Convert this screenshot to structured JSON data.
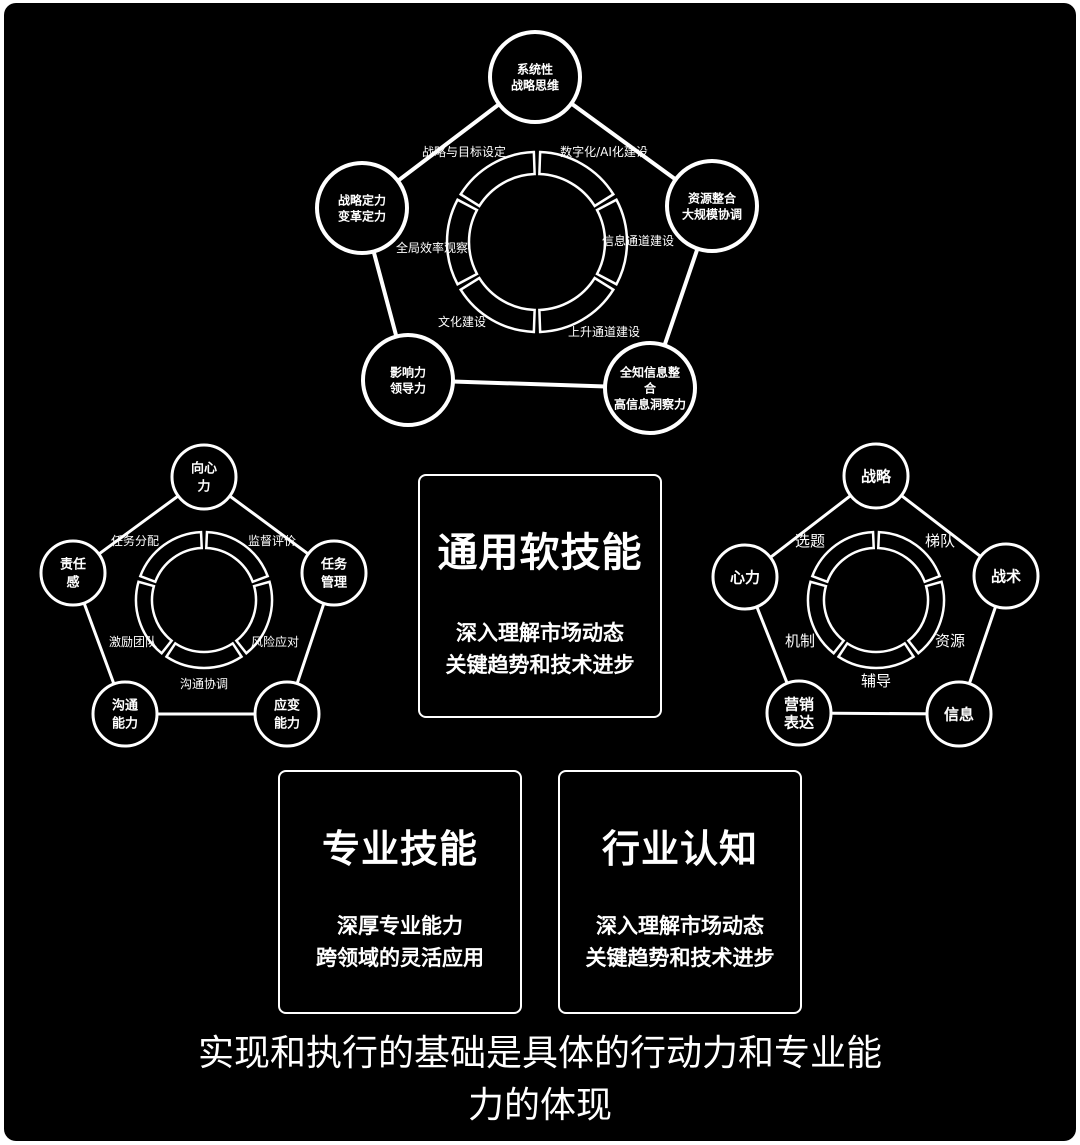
{
  "colors": {
    "background": "#000000",
    "foreground": "#ffffff",
    "frame": "#ffffff"
  },
  "pentagons": [
    {
      "id": "top",
      "nodes": [
        {
          "lines": [
            "系统性",
            "战略思维"
          ]
        },
        {
          "lines": [
            "资源整合",
            "大规模协调"
          ]
        },
        {
          "lines": [
            "全知信息整",
            "合",
            "高信息洞察力"
          ]
        },
        {
          "lines": [
            "影响力",
            "领导力"
          ]
        },
        {
          "lines": [
            "战略定力",
            "变革定力"
          ]
        }
      ],
      "labels": [
        "战略与目标设定",
        "数字化/AI化建设",
        "信息通道建设",
        "上升通道建设",
        "文化建设",
        "全局效率观察"
      ]
    },
    {
      "id": "left",
      "nodes": [
        {
          "lines": [
            "向心",
            "力"
          ]
        },
        {
          "lines": [
            "任务",
            "管理"
          ]
        },
        {
          "lines": [
            "应变",
            "能力"
          ]
        },
        {
          "lines": [
            "沟通",
            "能力"
          ]
        },
        {
          "lines": [
            "责任",
            "感"
          ]
        }
      ],
      "labels": [
        "任务分配",
        "监督评价",
        "风险应对",
        "沟通协调",
        "激励团队"
      ]
    },
    {
      "id": "right",
      "nodes": [
        {
          "lines": [
            "战略"
          ]
        },
        {
          "lines": [
            "战术"
          ]
        },
        {
          "lines": [
            "信息"
          ]
        },
        {
          "lines": [
            "营销",
            "表达"
          ]
        },
        {
          "lines": [
            "心力"
          ]
        }
      ],
      "labels": [
        "选题",
        "梯队",
        "资源",
        "辅导",
        "机制"
      ]
    }
  ],
  "boxes": [
    {
      "title": "通用软技能",
      "lines": [
        "深入理解市场动态",
        "关键趋势和技术进步"
      ]
    },
    {
      "title": "专业技能",
      "lines": [
        "深厚专业能力",
        "跨领域的灵活应用"
      ]
    },
    {
      "title": "行业认知",
      "lines": [
        "深入理解市场动态",
        "关键趋势和技术进步"
      ]
    }
  ],
  "caption": {
    "lines": [
      "实现和执行的基础是具体的行动力和专业能",
      "力的体现"
    ]
  }
}
